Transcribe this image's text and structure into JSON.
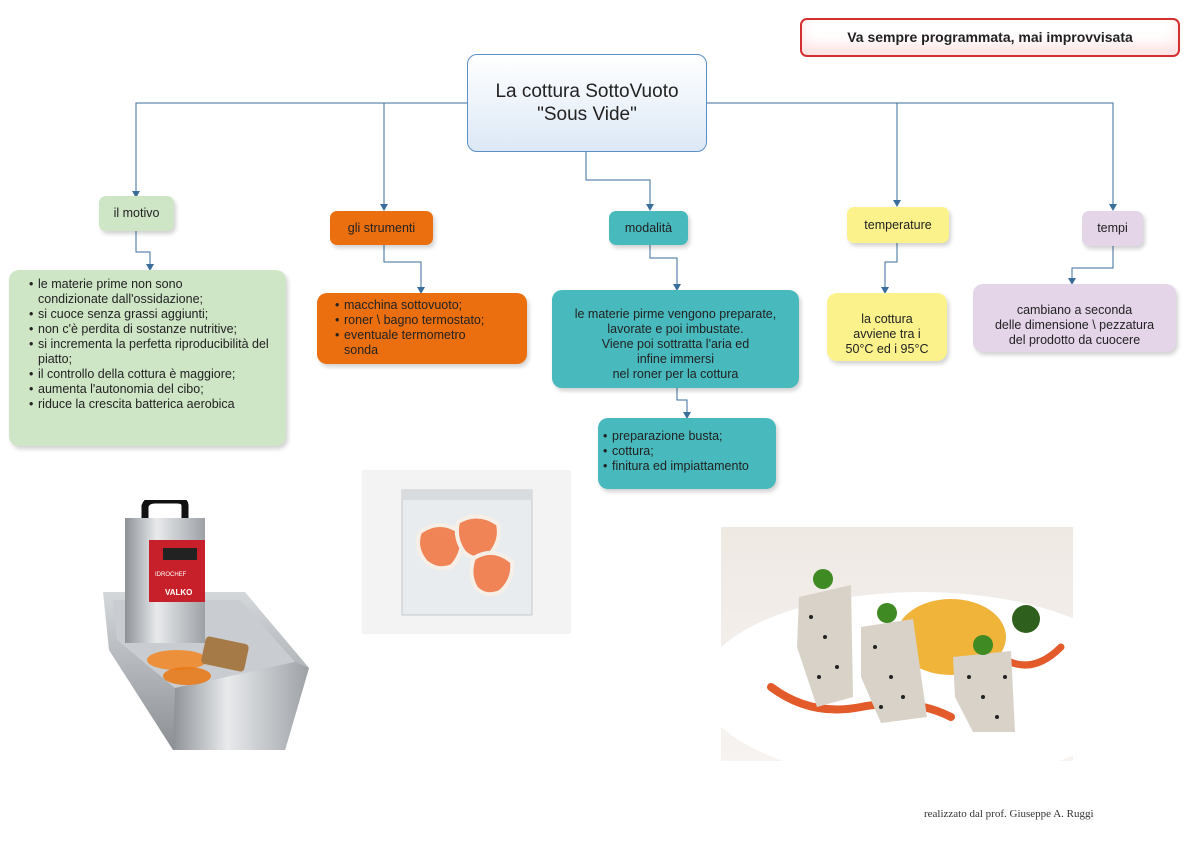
{
  "banner": "Va sempre programmata, mai improvvisata",
  "root": {
    "line1": "La cottura SottoVuoto",
    "line2": "\"Sous Vide\""
  },
  "branches": {
    "motivo": {
      "label": "il motivo",
      "items": [
        "le materie prime non sono condizionate dall'ossidazione;",
        "si cuoce senza grassi aggiunti;",
        "non c'è perdita di sostanze nutritive;",
        "si incrementa la perfetta riproducibilità del piatto;",
        "il controllo della cottura è maggiore;",
        "aumenta l'autonomia del cibo;",
        "riduce la crescita batterica aerobica"
      ]
    },
    "strumenti": {
      "label": "gli strumenti",
      "items": [
        "macchina sottovuoto;",
        "roner \\ bagno termostato;",
        "eventuale termometro sonda"
      ]
    },
    "modalita": {
      "label": "modalità",
      "text": [
        "le materie pirme vengono preparate,",
        "lavorate e poi imbustate.",
        "Viene poi sottratta l'aria ed",
        "infine immersi",
        "nel roner per la cottura"
      ],
      "items": [
        "preparazione busta;",
        "cottura;",
        "finitura ed impiattamento"
      ]
    },
    "temperature": {
      "label": "temperature",
      "text": [
        "la cottura",
        "avviene tra i",
        "50°C ed i 95°C"
      ]
    },
    "tempi": {
      "label": "tempi",
      "text": [
        "cambiano a seconda",
        "delle dimensione \\ pezzatura",
        "del prodotto da cuocere"
      ]
    }
  },
  "images": {
    "roner": {
      "brand_text": "IDROCHEF",
      "logo": "VALKO"
    }
  },
  "colors": {
    "connector": "#3b6e9b",
    "green": "#cfe6c6",
    "orange": "#ec6f0f",
    "teal": "#48b9bd",
    "yellow": "#fbf28c",
    "lilac": "#e4d5e9",
    "banner_border": "#d32f2f",
    "banner_fill": "#fde2e2"
  },
  "footer": "realizzato dal prof. Giuseppe A. Ruggi"
}
